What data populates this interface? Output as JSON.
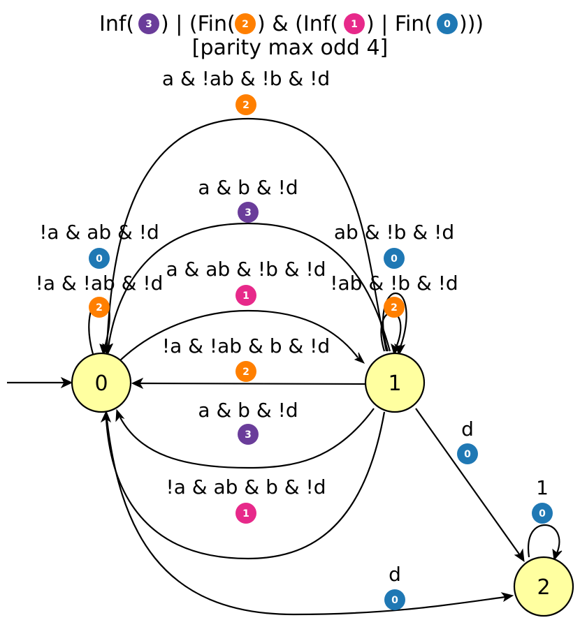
{
  "acceptance": {
    "part1": "Inf(",
    "part2": ") | (Fin(",
    "part3": ") & (Inf(",
    "part4": ") | Fin(",
    "part5": ")))",
    "sets": [
      "3",
      "2",
      "1",
      "0"
    ],
    "subtitle": "[parity max odd 4]"
  },
  "colors": {
    "0": "#1f78b4",
    "1": "#e7298a",
    "2": "#ff7f00",
    "3": "#6a3d9a",
    "state_fill": "#ffffa0"
  },
  "states": [
    "0",
    "1",
    "2"
  ],
  "edges": [
    {
      "label": "a & !ab & !b & !d",
      "acc": "2"
    },
    {
      "label": "a & b & !d",
      "acc": "3"
    },
    {
      "label": "!a & ab & !d",
      "acc": "0"
    },
    {
      "label": "!a & !ab & !d",
      "acc": "2"
    },
    {
      "label": "a & ab & !b & !d",
      "acc": "1"
    },
    {
      "label": "ab & !b & !d",
      "acc": "0"
    },
    {
      "label": "!ab & !b & !d",
      "acc": "2"
    },
    {
      "label": "!a & !ab & b & !d",
      "acc": "2"
    },
    {
      "label": "a & b & !d",
      "acc": "3"
    },
    {
      "label": "!a & ab & b & !d",
      "acc": "1"
    },
    {
      "label": "d",
      "acc": "0"
    },
    {
      "label": "1",
      "acc": "0"
    },
    {
      "label": "d",
      "acc": "0"
    }
  ]
}
